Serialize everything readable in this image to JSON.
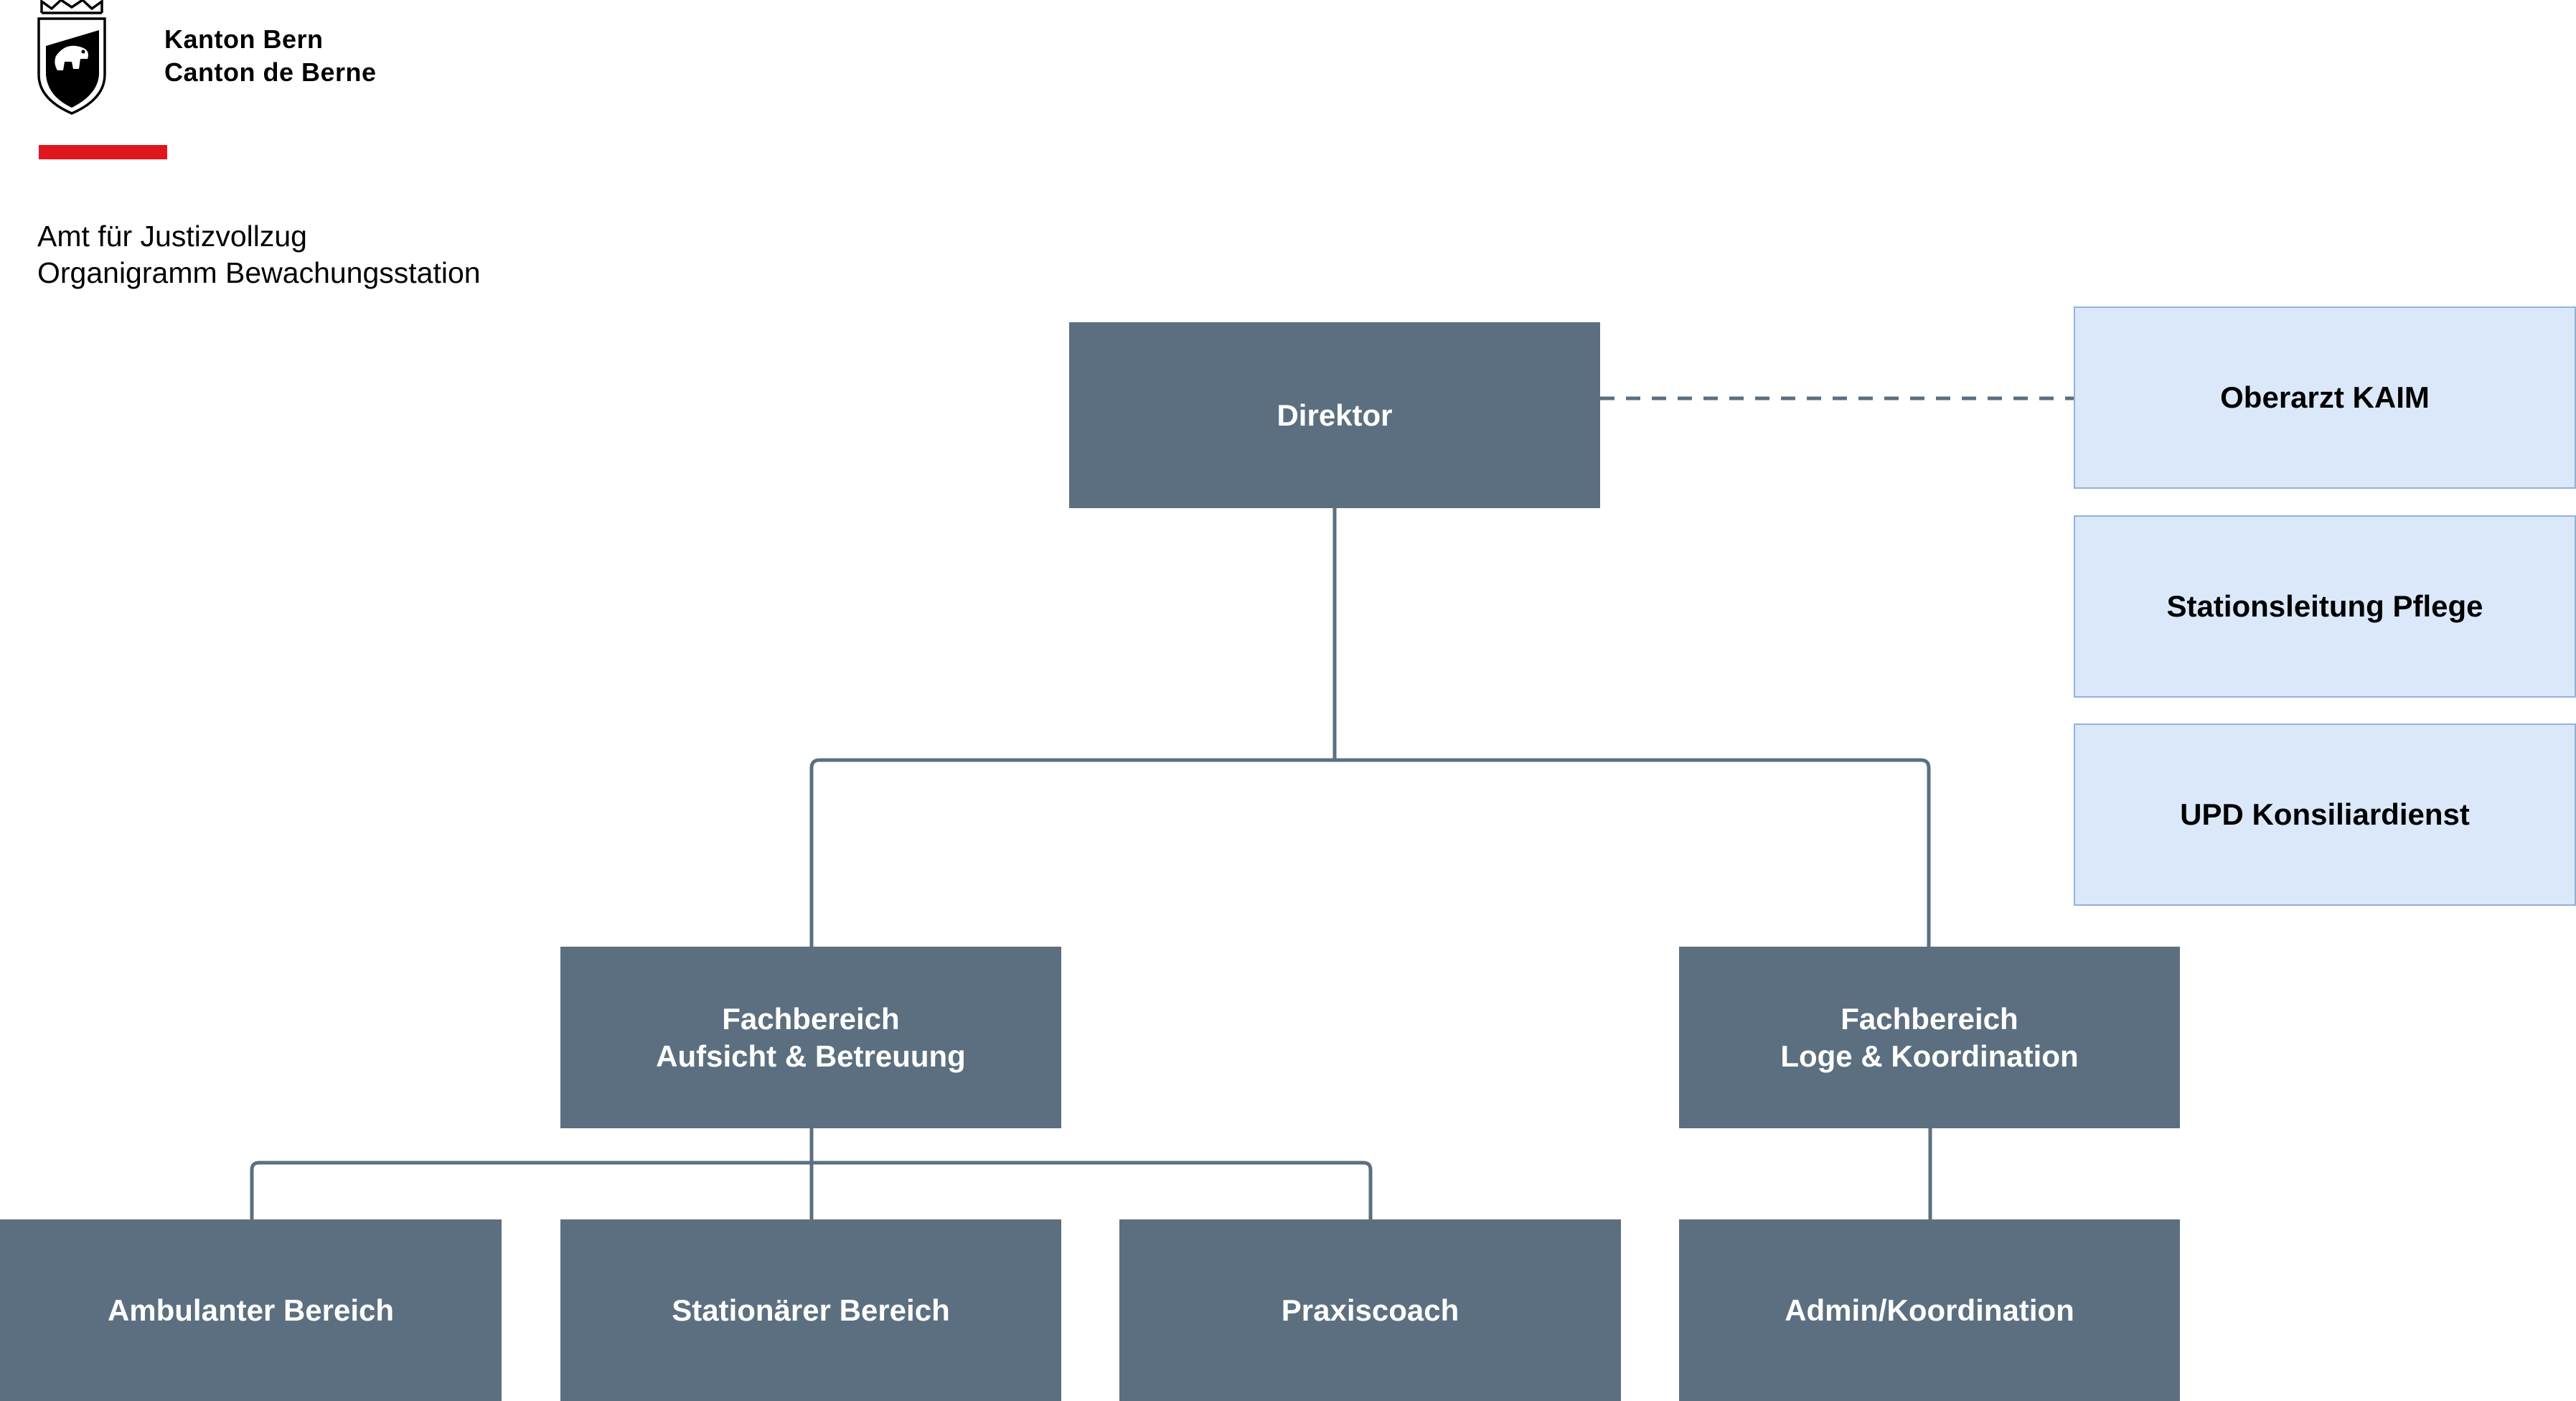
{
  "header": {
    "canton_line1": "Kanton Bern",
    "canton_line2": "Canton de Berne",
    "office": "Amt für Justizvollzug",
    "document_title": "Organigramm Bewachungsstation"
  },
  "colors": {
    "unit_box": "#5b6f80",
    "external_box": "#dbe8f9",
    "external_border": "#8fb3dc",
    "accent_bar": "#e0171f",
    "connector": "#5b6f80"
  },
  "org": {
    "director": "Direktor",
    "external": [
      "Oberarzt KAIM",
      "Stationsleitung Pflege",
      "UPD Konsiliardienst"
    ],
    "department_left": "Fachbereich\nAufsicht & Betreuung",
    "department_right": "Fachbereich\nLoge & Koordination",
    "teams_left": [
      "Ambulanter Bereich",
      "Stationärer Bereich",
      "Praxiscoach"
    ],
    "teams_right": [
      "Admin/Koordination"
    ]
  }
}
